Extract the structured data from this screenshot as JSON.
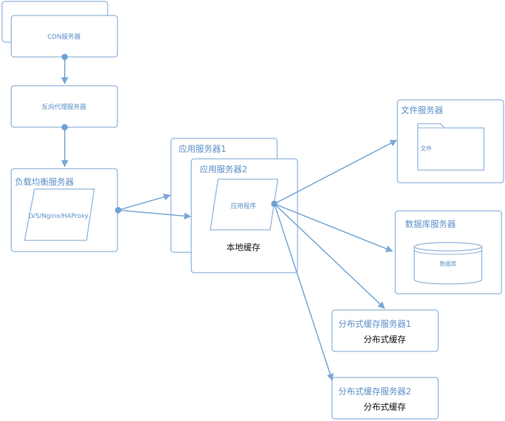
{
  "nodes": {
    "cdn": "CDN服务器",
    "reverse_proxy": "反向代理服务器",
    "load_balancer": "负载均衡服务器",
    "lb_software": "LVS/Nginx/HAProxy",
    "app_server_1": "应用服务器1",
    "app_server_2": "应用服务器2",
    "app_program": "应用程序",
    "local_cache": "本地缓存",
    "file_server": "文件服务器",
    "file_label": "文件",
    "db_server": "数据库服务器",
    "db_label": "数据库",
    "cache_server_1": "分布式缓存服务器1",
    "cache_server_1_sub": "分布式缓存",
    "cache_server_2": "分布式缓存服务器2",
    "cache_server_2_sub": "分布式缓存"
  },
  "colors": {
    "border": "#8fb3da",
    "label": "#5b8fc7",
    "edge": "#7aa8d6"
  }
}
